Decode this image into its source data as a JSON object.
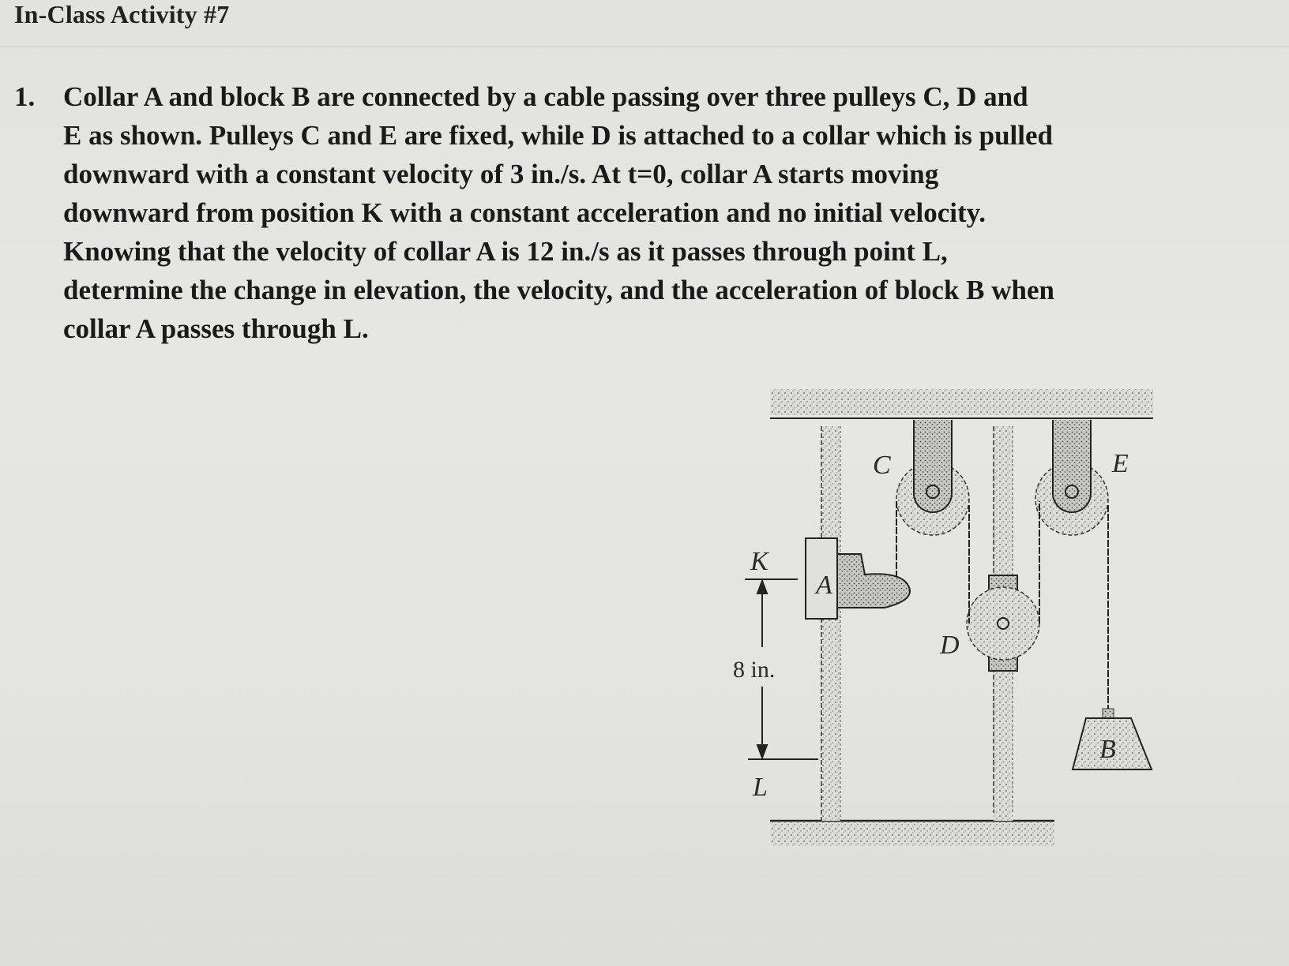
{
  "header": {
    "title": "In-Class Activity #7"
  },
  "problem": {
    "number": "1.",
    "lines": [
      "Collar A and block B are connected by a cable passing over three pulleys C, D and",
      "E as shown. Pulleys C and E are fixed, while D is attached to a collar which is pulled",
      "downward with a constant velocity of 3 in./s. At t=0, collar A starts moving",
      "downward from position K with a constant acceleration and no initial velocity.",
      "Knowing that the velocity of collar A is 12 in./s as it passes through point L,",
      "determine the change in elevation, the velocity, and the acceleration of block B when",
      "collar A passes through L."
    ]
  },
  "figure": {
    "labels": {
      "pulley_c": "C",
      "pulley_d": "D",
      "pulley_e": "E",
      "collar_a": "A",
      "block_b": "B",
      "position_k": "K",
      "position_l": "L",
      "distance": "8 in."
    }
  }
}
